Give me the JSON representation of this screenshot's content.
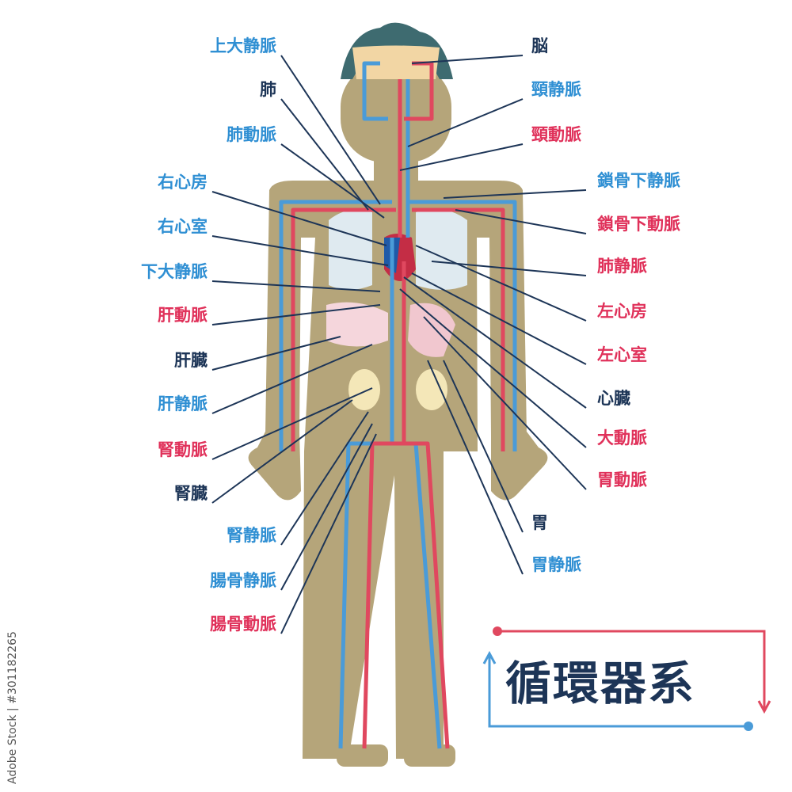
{
  "title": "循環器系",
  "stock_text": "Adobe Stock | #301182265",
  "colors": {
    "artery": "#e0485f",
    "vein": "#4a9bd8",
    "body": "#b5a57a",
    "organ_light": "#e9f2f7",
    "organ_pink": "#f5d6dc",
    "label_dark": "#1d3557"
  },
  "labels_left": [
    {
      "text": "上大静脈",
      "color": "blue"
    },
    {
      "text": "肺",
      "color": "dark"
    },
    {
      "text": "肺動脈",
      "color": "blue"
    },
    {
      "text": "右心房",
      "color": "blue"
    },
    {
      "text": "右心室",
      "color": "blue"
    },
    {
      "text": "下大静脈",
      "color": "blue"
    },
    {
      "text": "肝動脈",
      "color": "red"
    },
    {
      "text": "肝臓",
      "color": "dark"
    },
    {
      "text": "肝静脈",
      "color": "blue"
    },
    {
      "text": "腎動脈",
      "color": "red"
    },
    {
      "text": "腎臓",
      "color": "dark"
    },
    {
      "text": "腎静脈",
      "color": "blue"
    },
    {
      "text": "腸骨静脈",
      "color": "blue"
    },
    {
      "text": "腸骨動脈",
      "color": "red"
    }
  ],
  "labels_right": [
    {
      "text": "脳",
      "color": "dark"
    },
    {
      "text": "頸静脈",
      "color": "blue"
    },
    {
      "text": "頸動脈",
      "color": "red"
    },
    {
      "text": "鎖骨下静脈",
      "color": "blue"
    },
    {
      "text": "鎖骨下動脈",
      "color": "red"
    },
    {
      "text": "肺静脈",
      "color": "red"
    },
    {
      "text": "左心房",
      "color": "red"
    },
    {
      "text": "左心室",
      "color": "red"
    },
    {
      "text": "心臓",
      "color": "dark"
    },
    {
      "text": "大動脈",
      "color": "red"
    },
    {
      "text": "胃動脈",
      "color": "red"
    },
    {
      "text": "胃",
      "color": "dark"
    },
    {
      "text": "胃静脈",
      "color": "blue"
    }
  ]
}
